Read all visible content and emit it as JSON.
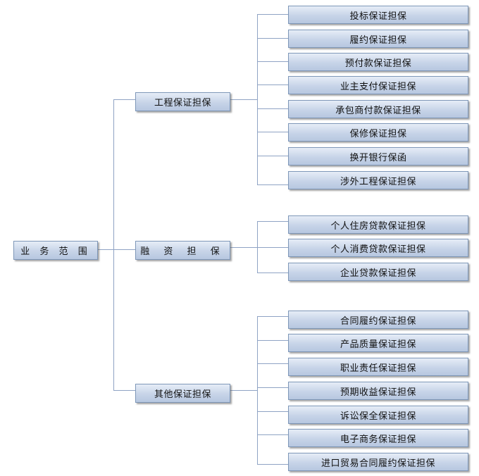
{
  "root": {
    "label": "业 务 范 围"
  },
  "groups": [
    {
      "label": "工程保证担保",
      "items": [
        "投标保证担保",
        "履约保证担保",
        "预付款保证担保",
        "业主支付保证担保",
        "承包商付款保证担保",
        "保修保证担保",
        "换开银行保函",
        "涉外工程保证担保"
      ]
    },
    {
      "label": "融 资 担 保",
      "items": [
        "个人住房贷款保证担保",
        "个人消费贷款保证担保",
        "企业贷款保证担保"
      ]
    },
    {
      "label": "其他保证担保",
      "items": [
        "合同履约保证担保",
        "产品质量保证担保",
        "职业责任保证担保",
        "预期收益保证担保",
        "诉讼保全保证担保",
        "电子商务保证担保",
        "进口贸易合同履约保证担保"
      ]
    }
  ],
  "colors": {
    "box_border": "#7e97b8",
    "box_fill_top": "#e6edf7",
    "box_fill_bottom": "#b7c7e0",
    "connector": "#8fa3c4"
  }
}
